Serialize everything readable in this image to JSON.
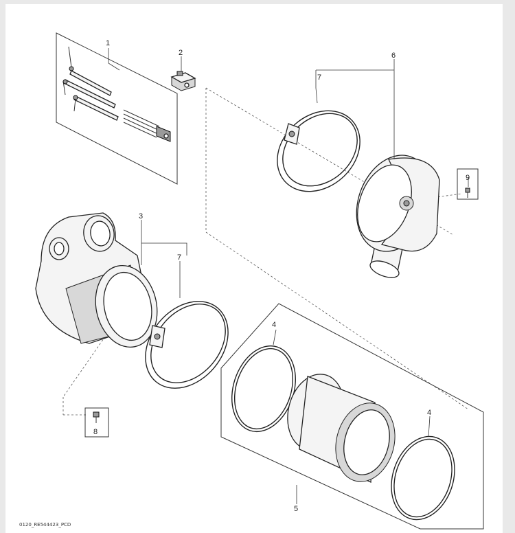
{
  "diagram": {
    "callouts": {
      "c1": "1",
      "c2": "2",
      "c3": "3",
      "c4a": "4",
      "c4b": "4",
      "c5": "5",
      "c6": "6",
      "c7a": "7",
      "c7b": "7",
      "c8": "8",
      "c9": "9"
    },
    "drawing_code": "0120_RE544423_PCD"
  }
}
